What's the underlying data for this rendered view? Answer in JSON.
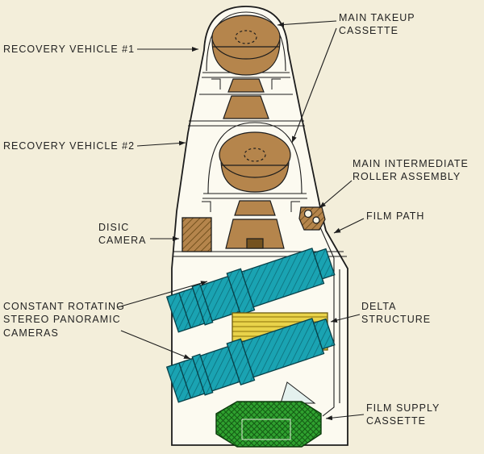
{
  "colors": {
    "background": "#f3eeda",
    "hull": "#fcfaf0",
    "text": "#232323",
    "line": "#1c1c1c",
    "brown": "#b5854c",
    "brown_dark": "#74521f",
    "teal": "#1aa3b2",
    "teal_dark": "#0c6e7a",
    "yellow": "#e9d34a",
    "yellow_dark": "#a78e1b",
    "green": "#2fa12f",
    "green_dark": "#145c14"
  },
  "labels": {
    "main_takeup_cassette": "MAIN TAKEUP\nCASSETTE",
    "recovery_vehicle_1": "RECOVERY VEHICLE #1",
    "recovery_vehicle_2": "RECOVERY VEHICLE #2",
    "main_intermediate_roller": "MAIN INTERMEDIATE\nROLLER ASSEMBLY",
    "film_path": "FILM PATH",
    "disic_camera": "DISIC\nCAMERA",
    "stereo_cameras": "CONSTANT ROTATING\nSTEREO PANORAMIC\nCAMERAS",
    "delta_structure": "DELTA\nSTRUCTURE",
    "film_supply_cassette": "FILM SUPPLY\nCASSETTE"
  }
}
